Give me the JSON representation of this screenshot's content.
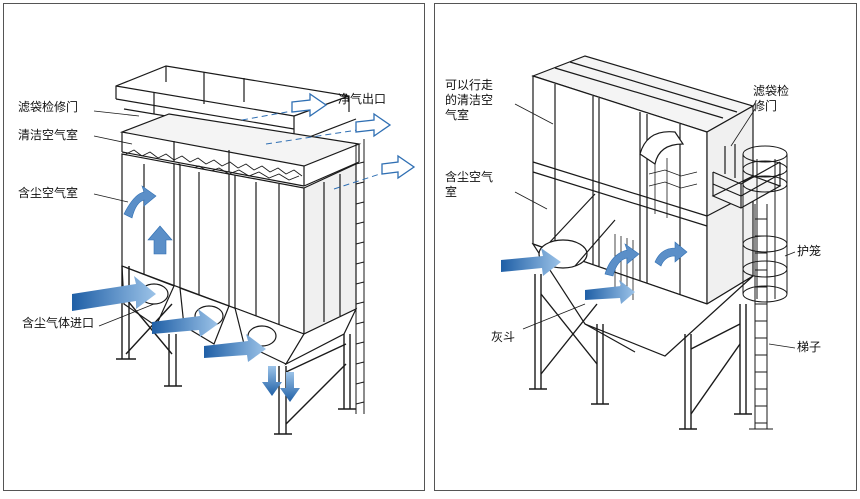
{
  "left_diagram": {
    "labels": {
      "filter_bag_door": "滤袋检修门",
      "clean_air_chamber": "清洁空气室",
      "dust_air_chamber": "含尘空气室",
      "clean_air_outlet": "净气出口",
      "dust_gas_inlet": "含尘气体进口"
    }
  },
  "right_diagram": {
    "labels": {
      "walkable_clean_chamber": "可以行走\n的清洁空\n气室",
      "dust_air_chamber": "含尘空气\n室",
      "filter_bag_door": "滤袋检\n修门",
      "cage": "护笼",
      "ladder": "梯子",
      "ash_hopper": "灰斗"
    }
  },
  "colors": {
    "arrow_blue": "#2f6fb3",
    "line": "#1a1a1a"
  }
}
